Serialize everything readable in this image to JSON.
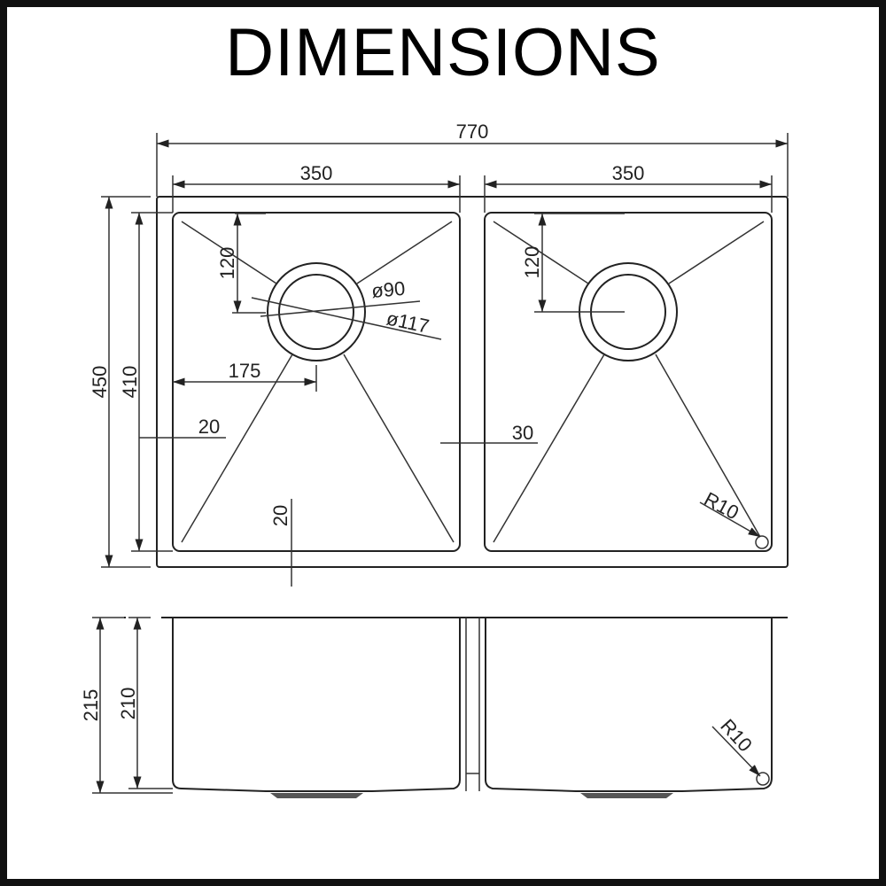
{
  "title": "DIMENSIONS",
  "colors": {
    "line": "#222222",
    "background": "#ffffff",
    "border": "#111111"
  },
  "top_view": {
    "overall_width": "770",
    "left_bowl_width": "350",
    "right_bowl_width": "350",
    "overall_depth": "450",
    "bowl_depth": "410",
    "drain_offset_left": "120",
    "drain_offset_right": "120",
    "drain_inner_diameter": "ø90",
    "drain_outer_diameter": "ø117",
    "drain_center_from_side": "175",
    "side_rim": "20",
    "center_divider": "30",
    "front_rim": "20",
    "corner_radius": "R10"
  },
  "side_view": {
    "overall_height": "215",
    "bowl_height": "210",
    "corner_radius": "R10"
  }
}
